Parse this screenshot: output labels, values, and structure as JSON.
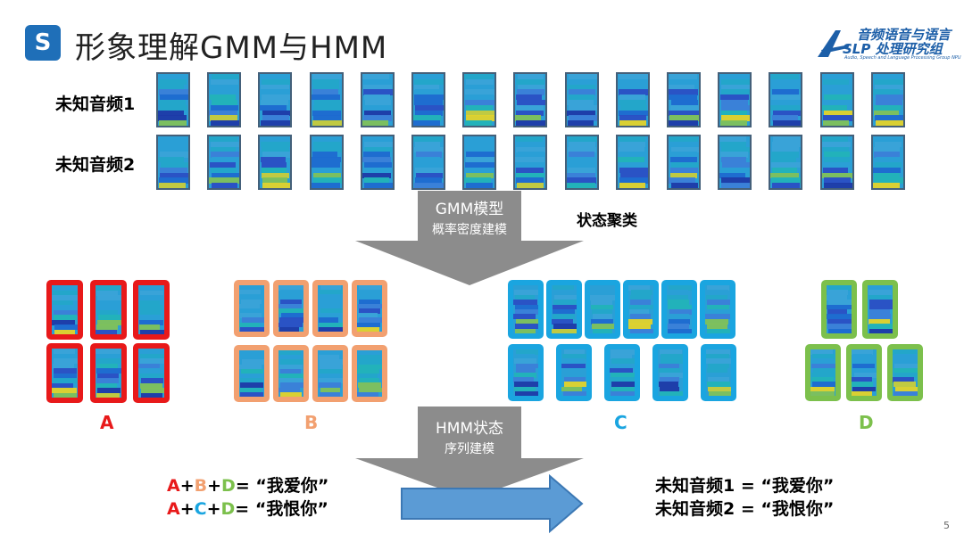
{
  "title": "形象理解GMM与HMM",
  "title_icon": "brand-s-icon",
  "logo": {
    "line1": "音频语音与语言",
    "line2": "SLP 处理研究组",
    "sub": "Audio, Speech and Language Processing Group  NPU"
  },
  "rows": [
    {
      "label": "未知音频1"
    },
    {
      "label": "未知音频2"
    }
  ],
  "gmm_arrow": {
    "line1": "GMM模型",
    "line2": "概率密度建模"
  },
  "state_clustering": "状态聚类",
  "clusters": [
    {
      "label": "A",
      "color": "#e8191a"
    },
    {
      "label": "B",
      "color": "#f2a070"
    },
    {
      "label": "C",
      "color": "#1aa5e0"
    },
    {
      "label": "D",
      "color": "#7cc04c"
    }
  ],
  "hmm_arrow": {
    "line1": "HMM状态",
    "line2": "序列建模"
  },
  "formulas": [
    {
      "parts": [
        "A",
        "+",
        "B",
        "+",
        "D",
        "= “我爱你”"
      ]
    },
    {
      "parts": [
        "A",
        "+",
        "C",
        "+",
        "D",
        "= “我恨你”"
      ]
    }
  ],
  "results": [
    "未知音频1 = “我爱你”",
    "未知音频2 = “我恨你”"
  ],
  "page_number": "5",
  "colors": {
    "accent_blue": "#1f6fb8",
    "arrow_gray": "#8c8c8c",
    "right_arrow": "#5b9bd5"
  }
}
